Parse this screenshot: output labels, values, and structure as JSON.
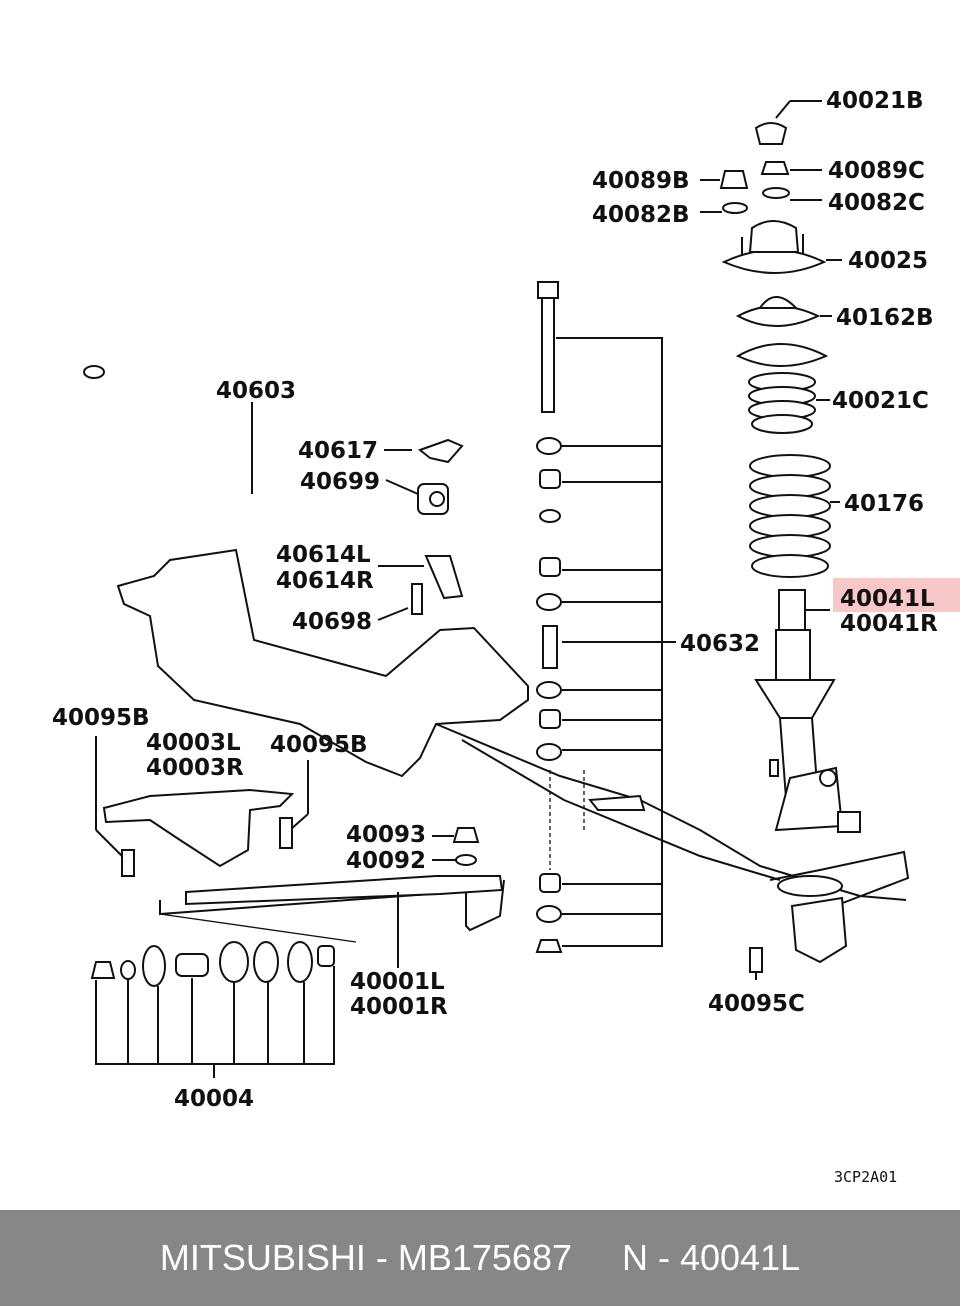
{
  "labels": {
    "l_40021B": "40021B",
    "l_40089C": "40089C",
    "l_40089B": "40089B",
    "l_40082C": "40082C",
    "l_40082B": "40082B",
    "l_40025": "40025",
    "l_40162B": "40162B",
    "l_40021C": "40021C",
    "l_40176": "40176",
    "l_40041L": "40041L",
    "l_40041R": "40041R",
    "l_40603": "40603",
    "l_40617": "40617",
    "l_40699": "40699",
    "l_40614L": "40614L",
    "l_40614R": "40614R",
    "l_40698": "40698",
    "l_40632": "40632",
    "l_40095B_left": "40095B",
    "l_40003L": "40003L",
    "l_40003R": "40003R",
    "l_40095B_right": "40095B",
    "l_40093": "40093",
    "l_40092": "40092",
    "l_40001L": "40001L",
    "l_40001R": "40001R",
    "l_40095C": "40095C",
    "l_40004": "40004"
  },
  "diagram_code": "3CP2A01",
  "highlight_color": "#f8c8c8",
  "footer": {
    "brand_part": "MITSUBISHI - MB175687",
    "ref": "N - 40041L"
  }
}
